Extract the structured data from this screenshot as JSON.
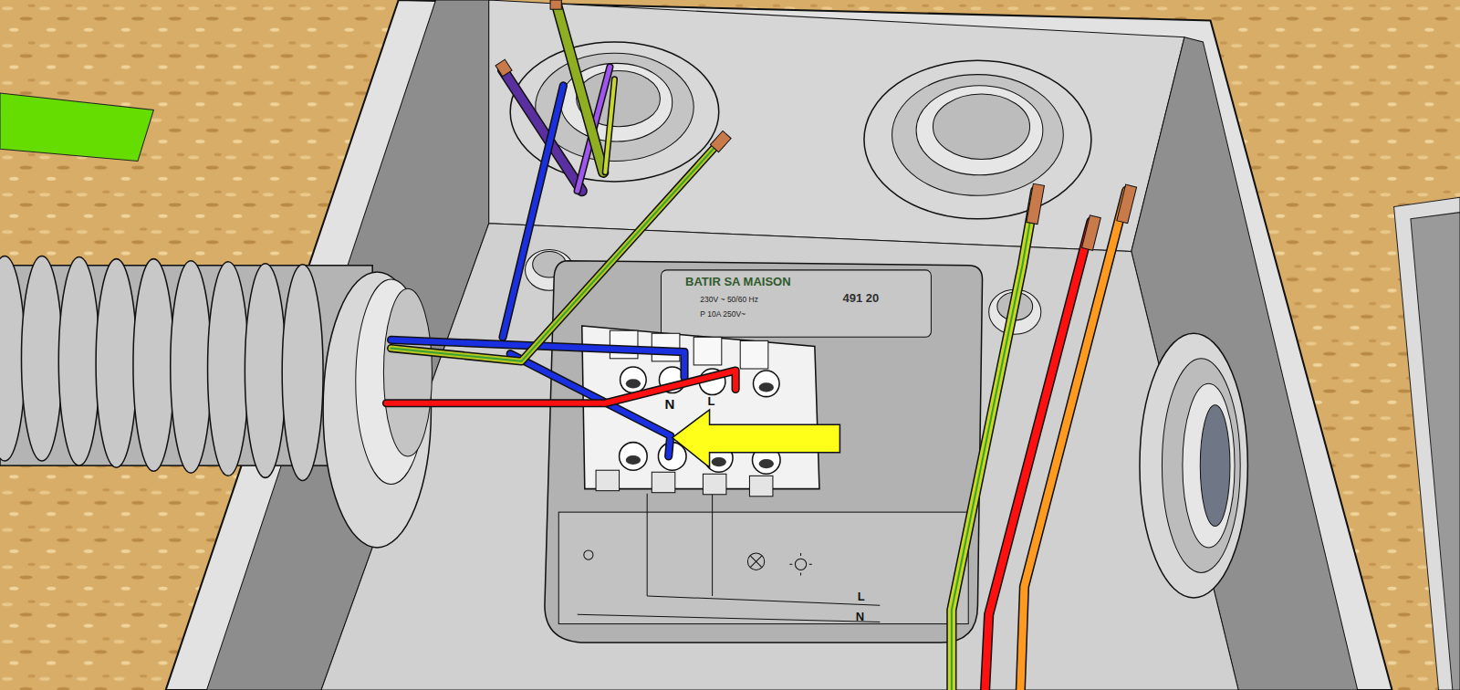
{
  "diagram": {
    "labels": [
      "BATIR SA MAISON",
      "491 20",
      "230V ~ 50/60 Hz",
      "P 10A 250V~",
      "N",
      "L",
      "L",
      "N"
    ]
  }
}
